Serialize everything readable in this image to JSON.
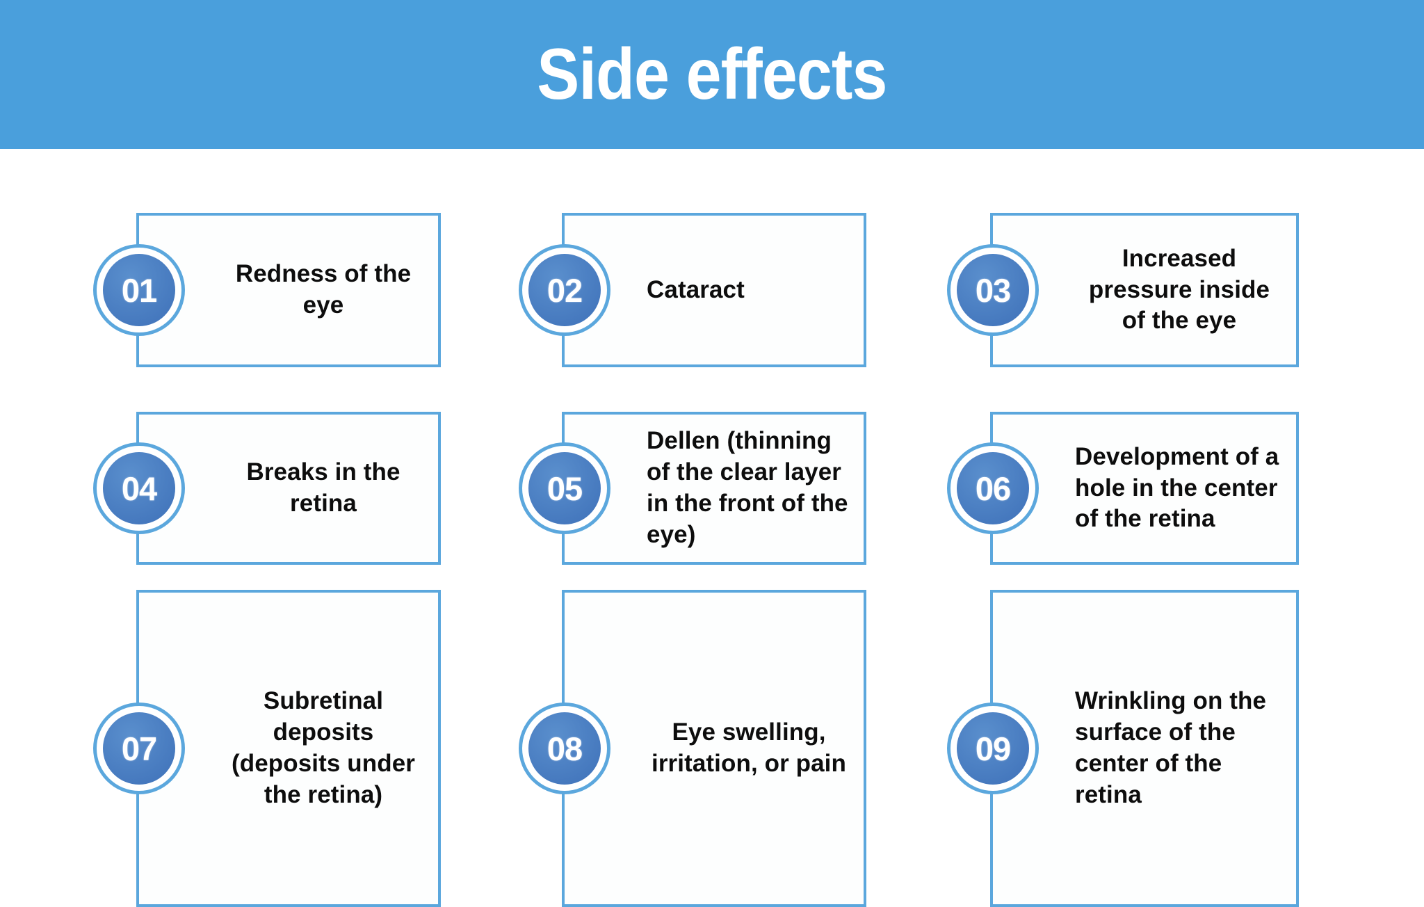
{
  "header": {
    "title": "Side effects",
    "background_color": "#4a9fdc",
    "title_color": "#ffffff"
  },
  "theme": {
    "card_border_color": "#5ba7dd",
    "badge_outer_ring_color": "#5ba7dd",
    "badge_inner_ring_color": "#ffffff",
    "badge_fill_color": "#4a81c4",
    "badge_number_color": "#ffffff",
    "card_background": "#fdfefe",
    "card_text_color": "#0d0d0d",
    "page_background": "#ffffff"
  },
  "cards": [
    {
      "number": "01",
      "text": "Redness of the eye",
      "align": "center"
    },
    {
      "number": "02",
      "text": "Cataract",
      "align": "left"
    },
    {
      "number": "03",
      "text": "Increased pressure inside of the eye",
      "align": "center"
    },
    {
      "number": "04",
      "text": "Breaks in the retina",
      "align": "center"
    },
    {
      "number": "05",
      "text": "Dellen (thinning of the clear layer in the front of the eye)",
      "align": "left"
    },
    {
      "number": "06",
      "text": "Development of a hole in the center of the retina",
      "align": "left"
    },
    {
      "number": "07",
      "text": "Subretinal deposits (deposits under the retina)",
      "align": "center"
    },
    {
      "number": "08",
      "text": "Eye swelling, irritation, or pain",
      "align": "center"
    },
    {
      "number": "09",
      "text": "Wrinkling on the surface of the center of the retina",
      "align": "left"
    }
  ]
}
